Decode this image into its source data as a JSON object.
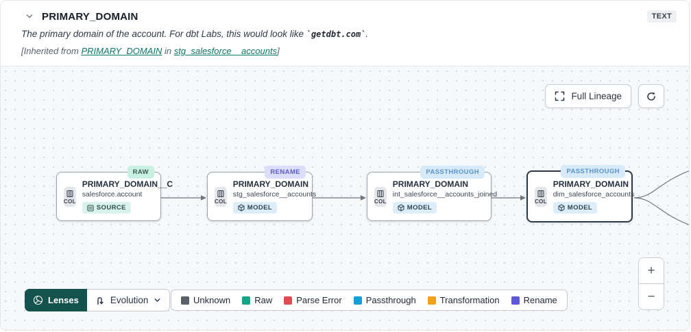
{
  "header": {
    "title": "PRIMARY_DOMAIN",
    "type_badge": "TEXT",
    "description_prefix": "The primary domain of the account. For dbt Labs, this would look like ",
    "description_code": "`getdbt.com`",
    "description_suffix": ".",
    "inherited_prefix": "[Inherited from ",
    "inherited_link_column": "PRIMARY_DOMAIN",
    "inherited_middle": " in ",
    "inherited_link_model": "stg_salesforce__accounts",
    "inherited_suffix": "]"
  },
  "canvas": {
    "full_lineage_label": "Full Lineage",
    "nodes": [
      {
        "status": "RAW",
        "title": "PRIMARY_DOMAIN__C",
        "subtitle": "salesforce.account",
        "kind": "SOURCE",
        "col_label": "COL"
      },
      {
        "status": "RENAME",
        "title": "PRIMARY_DOMAIN",
        "subtitle": "stg_salesforce__accounts",
        "kind": "MODEL",
        "col_label": "COL"
      },
      {
        "status": "PASSTHROUGH",
        "title": "PRIMARY_DOMAIN",
        "subtitle": "int_salesforce__accounts_joined",
        "kind": "MODEL",
        "col_label": "COL"
      },
      {
        "status": "PASSTHROUGH",
        "title": "PRIMARY_DOMAIN",
        "subtitle": "dim_salesforce_accounts",
        "kind": "MODEL",
        "col_label": "COL"
      }
    ]
  },
  "toolbar": {
    "lenses_label": "Lenses",
    "evolution_label": "Evolution"
  },
  "legend": {
    "items": [
      {
        "label": "Unknown",
        "color": "#5b6169"
      },
      {
        "label": "Raw",
        "color": "#17a589"
      },
      {
        "label": "Parse Error",
        "color": "#e24a52"
      },
      {
        "label": "Passthrough",
        "color": "#13a0d8"
      },
      {
        "label": "Transformation",
        "color": "#f0a219"
      },
      {
        "label": "Rename",
        "color": "#5e58d8"
      }
    ]
  },
  "zoom_controls": {
    "zoom_in": "+",
    "zoom_out": "−"
  }
}
